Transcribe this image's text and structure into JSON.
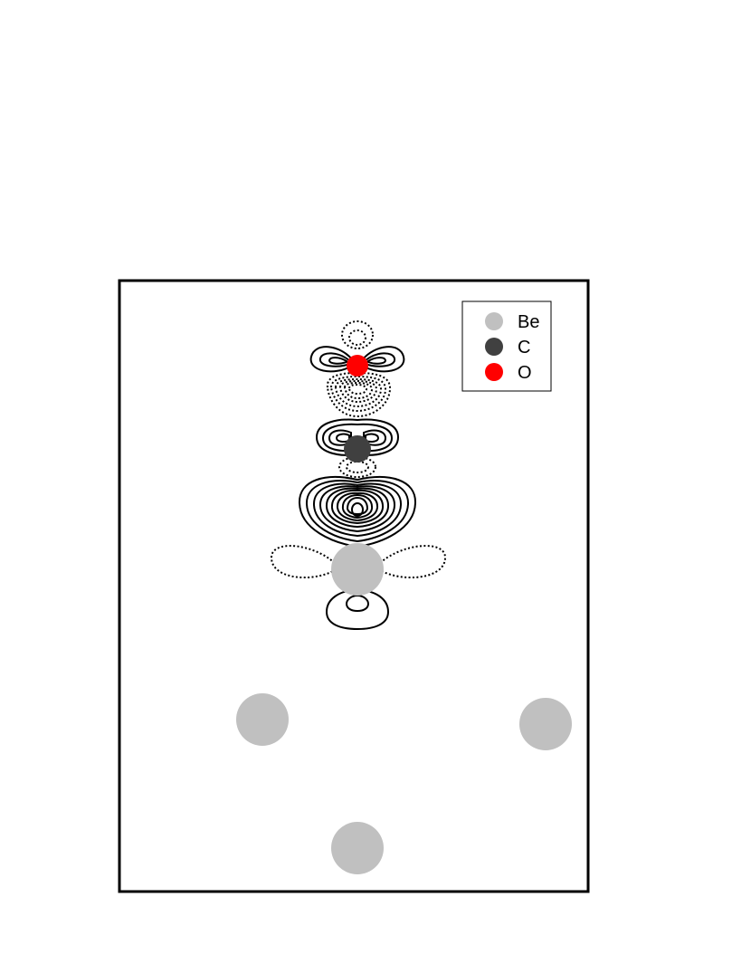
{
  "legend": {
    "items": [
      {
        "label": "Be",
        "color": "#c0c0c0"
      },
      {
        "label": "C",
        "color": "#404040"
      },
      {
        "label": "O",
        "color": "#ff0000"
      }
    ]
  },
  "atoms": [
    {
      "element": "O",
      "icon": "oxygen-atom-icon"
    },
    {
      "element": "C",
      "icon": "carbon-atom-icon"
    },
    {
      "element": "Be",
      "icon": "beryllium-atom-icon"
    },
    {
      "element": "Be",
      "icon": "beryllium-atom-icon"
    },
    {
      "element": "Be",
      "icon": "beryllium-atom-icon"
    },
    {
      "element": "Be",
      "icon": "beryllium-atom-icon"
    }
  ],
  "contours": {
    "positive_style": "solid",
    "negative_style": "dotted"
  },
  "colors": {
    "beryllium": "#c0c0c0",
    "carbon": "#404040",
    "oxygen": "#ff0000",
    "frame": "#000000"
  }
}
